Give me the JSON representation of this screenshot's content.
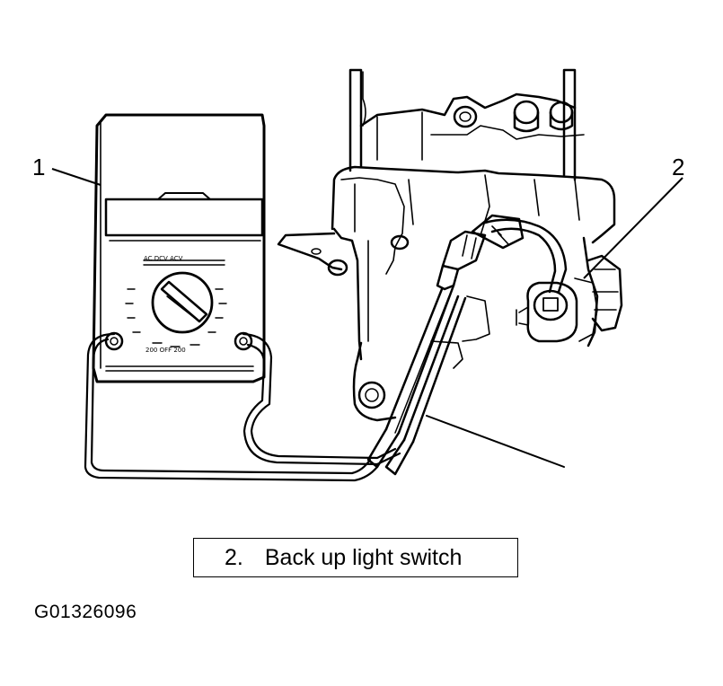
{
  "callouts": [
    {
      "number": "1"
    },
    {
      "number": "2"
    }
  ],
  "legend": {
    "number": "2.",
    "text": "Back up light switch"
  },
  "figure_id": "G01326096",
  "meter_scale_labels": {
    "top_row": "AC  DCV  ACV",
    "bottom_row": "200  OFF  200"
  },
  "colors": {
    "ink": "#000000",
    "paper": "#ffffff"
  }
}
